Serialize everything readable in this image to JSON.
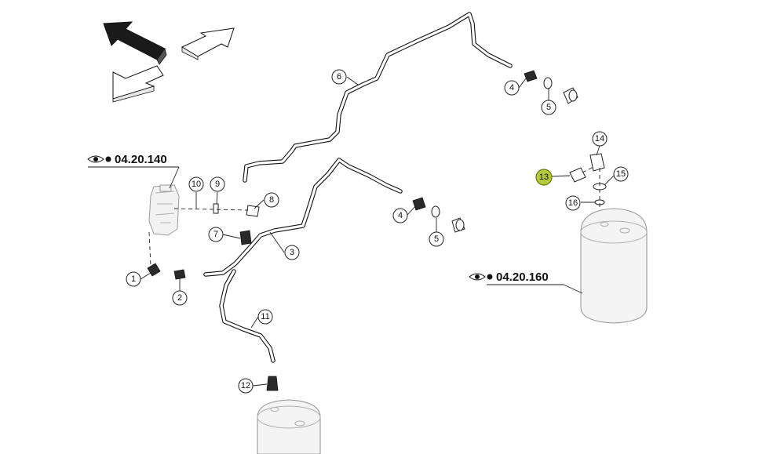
{
  "references": [
    {
      "id": "ref-a",
      "code": "04.20.140"
    },
    {
      "id": "ref-b",
      "code": "04.20.160"
    }
  ],
  "callouts": [
    {
      "label": "1"
    },
    {
      "label": "2"
    },
    {
      "label": "3"
    },
    {
      "label": "4"
    },
    {
      "label": "5"
    },
    {
      "label": "6"
    },
    {
      "label": "4"
    },
    {
      "label": "5"
    },
    {
      "label": "7"
    },
    {
      "label": "8"
    },
    {
      "label": "9"
    },
    {
      "label": "10"
    },
    {
      "label": "11"
    },
    {
      "label": "12"
    },
    {
      "label": "13"
    },
    {
      "label": "14"
    },
    {
      "label": "15"
    },
    {
      "label": "16"
    }
  ],
  "highlighted_callout": "13",
  "highlight_color": "#b5c93a",
  "icons": [
    "eye-icon",
    "orientation-arrow-icon"
  ]
}
